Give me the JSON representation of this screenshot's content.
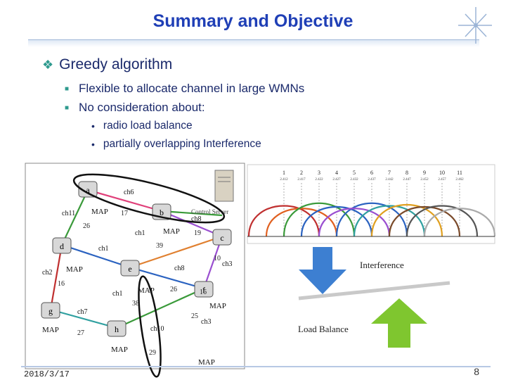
{
  "slide": {
    "title": "Summary and Objective",
    "bullet1": "Greedy algorithm",
    "sub_bullets": [
      "Flexible to allocate channel in large WMNs",
      "No consideration about:"
    ],
    "sub_sub_bullets": [
      "radio load balance",
      "partially overlapping Interference"
    ],
    "footer_date": "2018/3/17",
    "page_number": "8"
  },
  "diagram": {
    "nodes": [
      {
        "id": "a",
        "label": "a"
      },
      {
        "id": "b",
        "label": "b"
      },
      {
        "id": "c",
        "label": "c"
      },
      {
        "id": "d",
        "label": "d"
      },
      {
        "id": "e",
        "label": "e"
      },
      {
        "id": "f",
        "label": "f"
      },
      {
        "id": "g",
        "label": "g"
      },
      {
        "id": "h",
        "label": "h"
      }
    ],
    "channel_labels": [
      "ch6",
      "ch11",
      "ch8",
      "ch1",
      "ch1",
      "ch2",
      "ch8",
      "ch1",
      "ch7",
      "ch10",
      "ch3",
      "ch3"
    ],
    "map_labels": [
      "MAP",
      "MAP",
      "MAP",
      "MAP",
      "MAP",
      "MAP",
      "MAP",
      "MAP"
    ],
    "numbers": [
      "17",
      "26",
      "19",
      "39",
      "16",
      "26",
      "38",
      "25",
      "27",
      "29",
      "10",
      "16"
    ],
    "server_label": "Control Server",
    "channel_numbers": [
      "1",
      "2",
      "3",
      "4",
      "5",
      "6",
      "7",
      "8",
      "9",
      "10",
      "11"
    ],
    "channel_freqs": [
      "2.412",
      "2.417",
      "2.422",
      "2.427",
      "2.432",
      "2.437",
      "2.442",
      "2.447",
      "2.452",
      "2.457",
      "2.462"
    ],
    "interference_label": "Interference",
    "load_balance_label": "Load Balance",
    "colors": {
      "down_arrow": "#3d7fd1",
      "up_arrow": "#7fc62f"
    }
  }
}
